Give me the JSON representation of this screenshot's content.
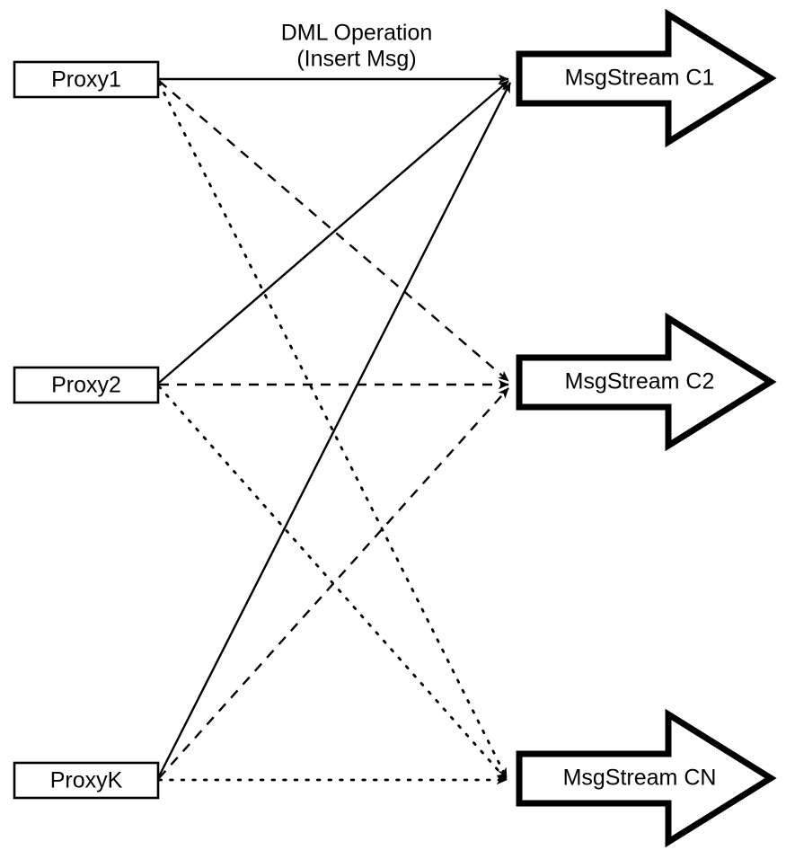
{
  "diagram": {
    "title_caption": {
      "line1": "DML Operation",
      "line2": "(Insert Msg)"
    },
    "producers": [
      {
        "id": "proxy1",
        "label": "Proxy1"
      },
      {
        "id": "proxy2",
        "label": "Proxy2"
      },
      {
        "id": "proxyk",
        "label": "ProxyK"
      }
    ],
    "streams": [
      {
        "id": "c1",
        "label": "MsgStream C1"
      },
      {
        "id": "c2",
        "label": "MsgStream C2"
      },
      {
        "id": "cn",
        "label": "MsgStream CN"
      }
    ],
    "edges": [
      {
        "from": "proxy1",
        "to": "c1",
        "style": "solid"
      },
      {
        "from": "proxy1",
        "to": "c2",
        "style": "dashed"
      },
      {
        "from": "proxy1",
        "to": "cn",
        "style": "dotted"
      },
      {
        "from": "proxy2",
        "to": "c1",
        "style": "solid"
      },
      {
        "from": "proxy2",
        "to": "c2",
        "style": "dashed"
      },
      {
        "from": "proxy2",
        "to": "cn",
        "style": "dotted"
      },
      {
        "from": "proxyk",
        "to": "c1",
        "style": "solid"
      },
      {
        "from": "proxyk",
        "to": "c2",
        "style": "dashed"
      },
      {
        "from": "proxyk",
        "to": "cn",
        "style": "dotted"
      }
    ],
    "colors": {
      "stroke": "#000000",
      "background": "#ffffff"
    }
  }
}
